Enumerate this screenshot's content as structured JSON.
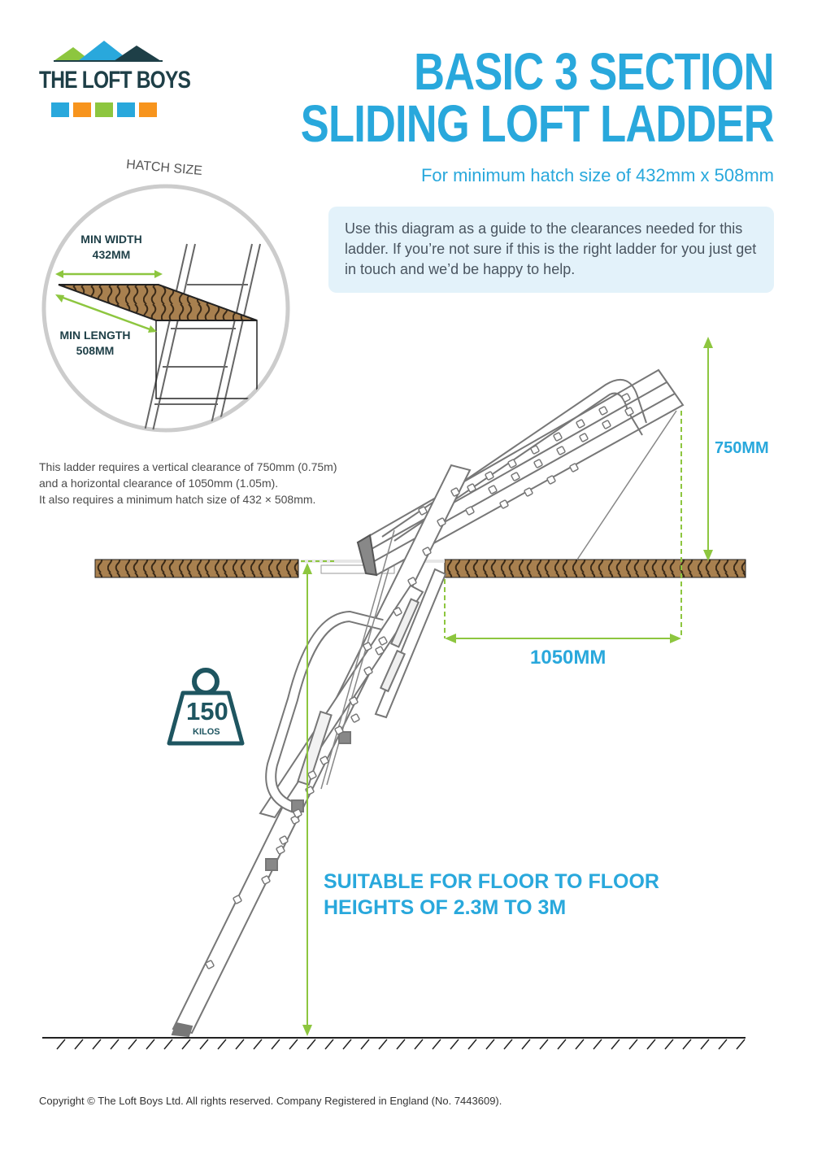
{
  "logo": {
    "text": "THE LOFT BOYS",
    "colors": [
      "#1e3f47",
      "#29a8dc",
      "#8dc63f",
      "#f7941d",
      "#f5c400"
    ]
  },
  "title": {
    "line1": "BASIC 3 SECTION",
    "line2": "SLIDING LOFT LADDER",
    "subtitle": "For minimum hatch size of 432mm x 508mm"
  },
  "info": {
    "text": "Use this diagram as a guide to the clearances needed for this ladder. If you’re not sure if this is the right ladder for you just get in touch and we’d be happy to help."
  },
  "hatch": {
    "heading": "HATCH SIZE",
    "width_label": "MIN WIDTH",
    "width_value": "432MM",
    "length_label": "MIN LENGTH",
    "length_value": "508MM"
  },
  "notes": [
    "This ladder requires a vertical clearance of 750mm (0.75m)",
    "and a horizontal clearance of 1050mm (1.05m).",
    "It also requires a minimum hatch size of 432 × 508mm."
  ],
  "dimensions": {
    "vertical": "750MM",
    "horizontal": "1050MM"
  },
  "weight": {
    "value": "150",
    "unit": "KILOS"
  },
  "suitable": {
    "line1": "SUITABLE FOR FLOOR TO FLOOR",
    "line2": "HEIGHTS OF 2.3M TO 3M"
  },
  "copyright": "Copyright © The Loft Boys Ltd. All rights reserved. Company Registered in England (No. 7443609).",
  "colors": {
    "accent": "#29a8dc",
    "green": "#8dc63f",
    "dark": "#1e3f47",
    "wood": "#a0784a"
  }
}
